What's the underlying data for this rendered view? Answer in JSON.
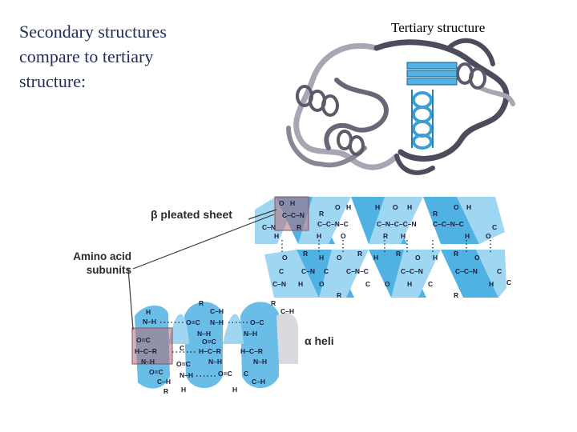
{
  "slide": {
    "title_lines": [
      "Secondary structures",
      "compare to tertiary",
      "structure:"
    ],
    "tertiary_title": "Tertiary structure"
  },
  "labels": {
    "beta_sheet": "β pleated sheet",
    "amino_acid": [
      "Amino acid",
      "subunits"
    ],
    "alpha_helix": "α heli"
  },
  "colors": {
    "title": "#1f2d5a",
    "ribbon_dark": "#4f4a5c",
    "ribbon_light": "#a9a6b3",
    "sheet_fill": "#4fb2e3",
    "sheet_fill_light": "#9fd6f1",
    "highlight": "#b36f78"
  }
}
